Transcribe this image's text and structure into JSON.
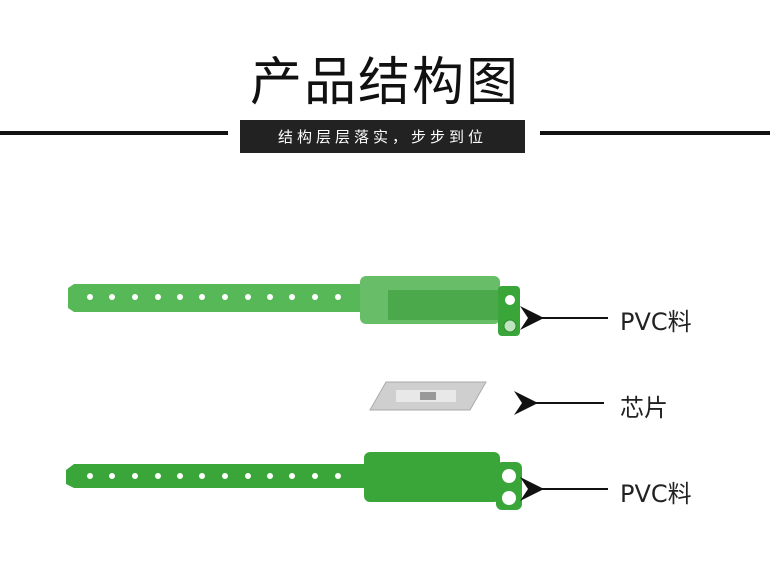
{
  "header": {
    "title": "产品结构图",
    "subtitle": "结构层层落实，步步到位"
  },
  "labels": {
    "top": "PVC料",
    "middle": "芯片",
    "bottom": "PVC料"
  },
  "colors": {
    "band_green": "#3aa63a",
    "band_green_dark": "#2c8c2c",
    "chip": "#cfcfcf",
    "text": "#222222"
  }
}
